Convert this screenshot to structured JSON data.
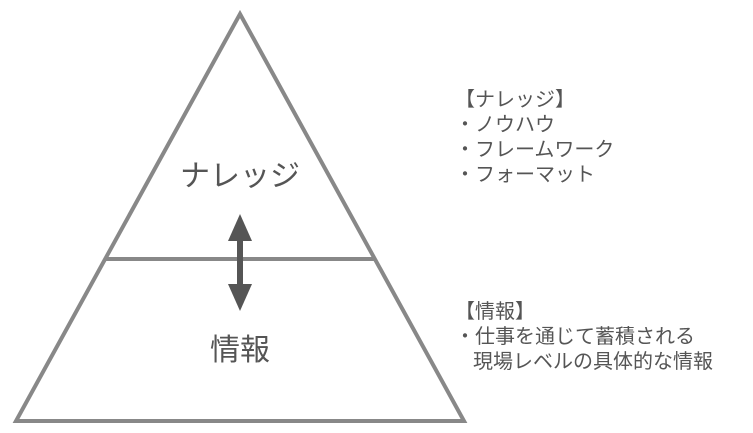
{
  "pyramid": {
    "top_label": "ナレッジ",
    "bottom_label": "情報",
    "line_color": "#888888",
    "arrow_color": "#555555",
    "text_color": "#555555"
  },
  "notes": {
    "knowledge": {
      "heading": "【ナレッジ】",
      "items": [
        "・ノウハウ",
        "・フレームワーク",
        "・フォーマット"
      ]
    },
    "info": {
      "heading": "【情報】",
      "lines": [
        "・仕事を通じて蓄積される",
        "現場レベルの具体的な情報"
      ]
    }
  }
}
